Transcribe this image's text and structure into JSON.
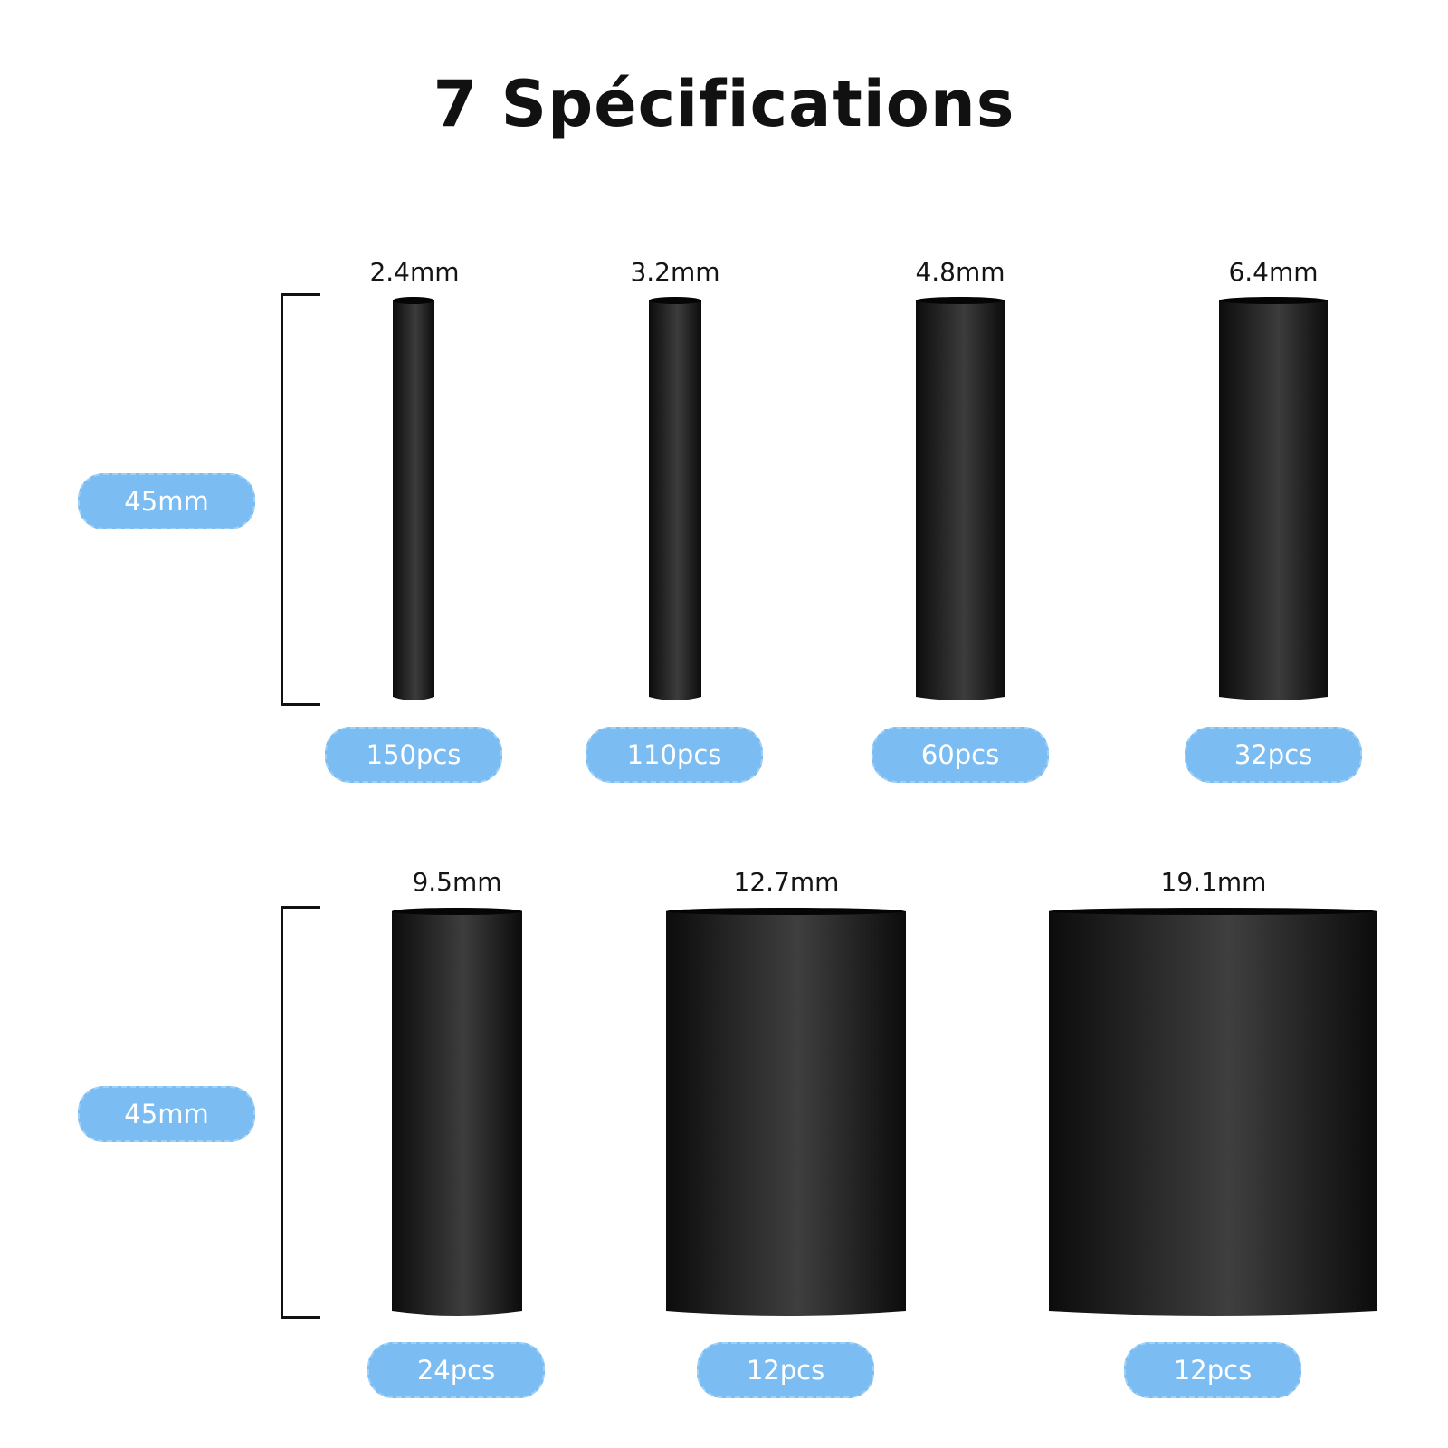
{
  "title": "7 Spécifications",
  "length_label": "45mm",
  "colors": {
    "pill": "#7bbdf2",
    "tube": "#1c1c1c",
    "text": "#111111"
  },
  "rows": [
    {
      "length": "45mm",
      "tubes": [
        {
          "diameter": "2.4mm",
          "quantity": "150pcs"
        },
        {
          "diameter": "3.2mm",
          "quantity": "110pcs"
        },
        {
          "diameter": "4.8mm",
          "quantity": "60pcs"
        },
        {
          "diameter": "6.4mm",
          "quantity": "32pcs"
        }
      ]
    },
    {
      "length": "45mm",
      "tubes": [
        {
          "diameter": "9.5mm",
          "quantity": "24pcs"
        },
        {
          "diameter": "12.7mm",
          "quantity": "12pcs"
        },
        {
          "diameter": "19.1mm",
          "quantity": "12pcs"
        }
      ]
    }
  ]
}
